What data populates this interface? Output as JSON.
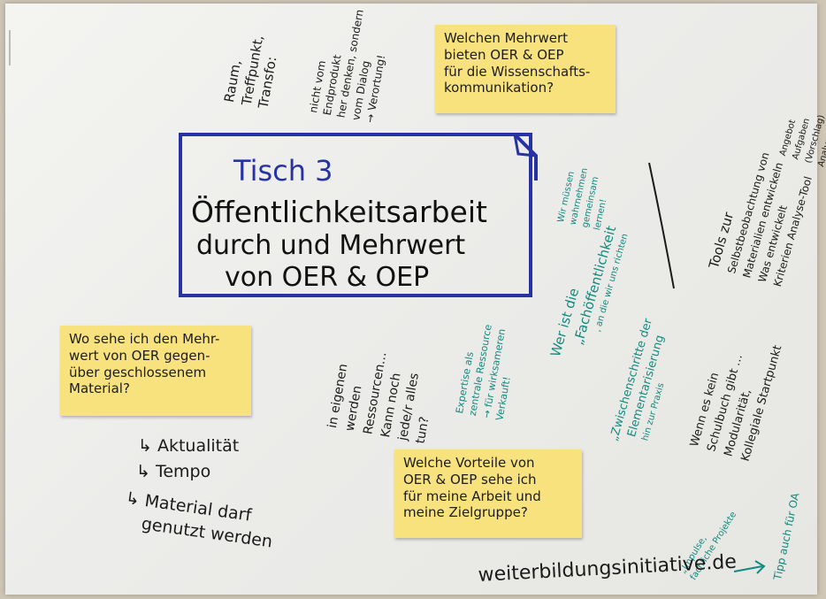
{
  "title_block": {
    "table": "Tisch 3",
    "line1": "Öffentlichkeitsarbeit",
    "line2": "durch und Mehrwert",
    "line3": "von OER & OEP"
  },
  "notes": {
    "note1": [
      "Welchen Mehrwert",
      "bieten OER & OEP",
      "für die Wissenschafts-",
      "kommunikation?"
    ],
    "note2": [
      "Wo sehe ich den Mehr-",
      "wert von OER gegen-",
      "über geschlossenem",
      "Material?"
    ],
    "note3": [
      "Welche Vorteile von",
      "OER & OEP sehe ich",
      "für meine Arbeit und",
      "meine Zielgruppe?"
    ]
  },
  "handwriting": {
    "top_left": [
      "Raum,",
      "Treffpunkt,",
      "Transfo:"
    ],
    "top_left_2": [
      "nicht vom",
      "Endprodukt",
      "her denken, sondern",
      "vom Dialog",
      "→ Verortung!"
    ],
    "left_list": [
      "↳ Aktualität",
      "↳ Tempo",
      "↳ Material darf",
      "genutzt werden"
    ],
    "center_1": [
      "in eigenen",
      "Ressourcen…",
      "Kann noch",
      "jede/r alles",
      "tun?"
    ],
    "center_1b": [
      "werden"
    ],
    "center_teal_1": [
      "Expertise als",
      "zentrale Ressource",
      "→ für wirksameren",
      "Verkauft!"
    ],
    "teal_2": [
      "Wir müssen",
      "wahrnehmen",
      "gemeinsam",
      "lernen!"
    ],
    "teal_3": [
      "Wer ist die",
      "„Fachöffentlichkeit",
      ", an die wir uns richten"
    ],
    "teal_4": [
      "„Zwischenschritte der",
      "Elementarisierung",
      "hin zur Praxis"
    ],
    "right_1": [
      "Tools zur",
      "Selbstbeobachtung von",
      "Materialien entwickeln",
      "Was entwickelt",
      "Kriterien Analyse-Tool"
    ],
    "right_top": [
      "Angebot",
      "Aufgaben",
      "(Vorschlag)",
      "Analyse-Tool"
    ],
    "right_2": [
      "Wenn es kein",
      "Schulbuch gibt …",
      "Modularität,",
      "Kollegiale Startpunkt"
    ],
    "bottom_right": [
      "„Impulse,",
      "fachliche Projekte"
    ],
    "tipp": "Tipp auch für OA",
    "url": "weiterbildungsinitiative.de"
  },
  "colors": {
    "sticky": "#f7e27e",
    "frame": "#2732a3",
    "teal": "#138a7e",
    "ink": "#1a1a1a"
  }
}
